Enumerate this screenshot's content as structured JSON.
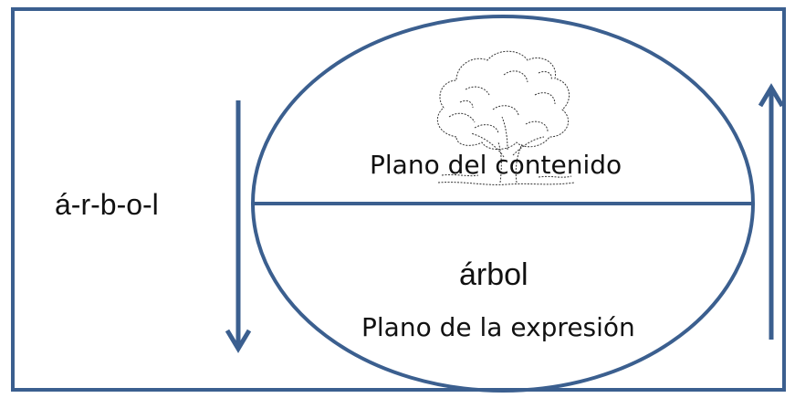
{
  "diagram": {
    "spelled_word": "á-r-b-o-l",
    "content_plane_label": "Plano del contenido",
    "word": "árbol",
    "expression_plane_label": "Plano de la expresión",
    "tree_icon": "tree-sketch-icon",
    "colors": {
      "stroke": "#3b5f8f",
      "text": "#111111",
      "background": "#ffffff"
    }
  }
}
